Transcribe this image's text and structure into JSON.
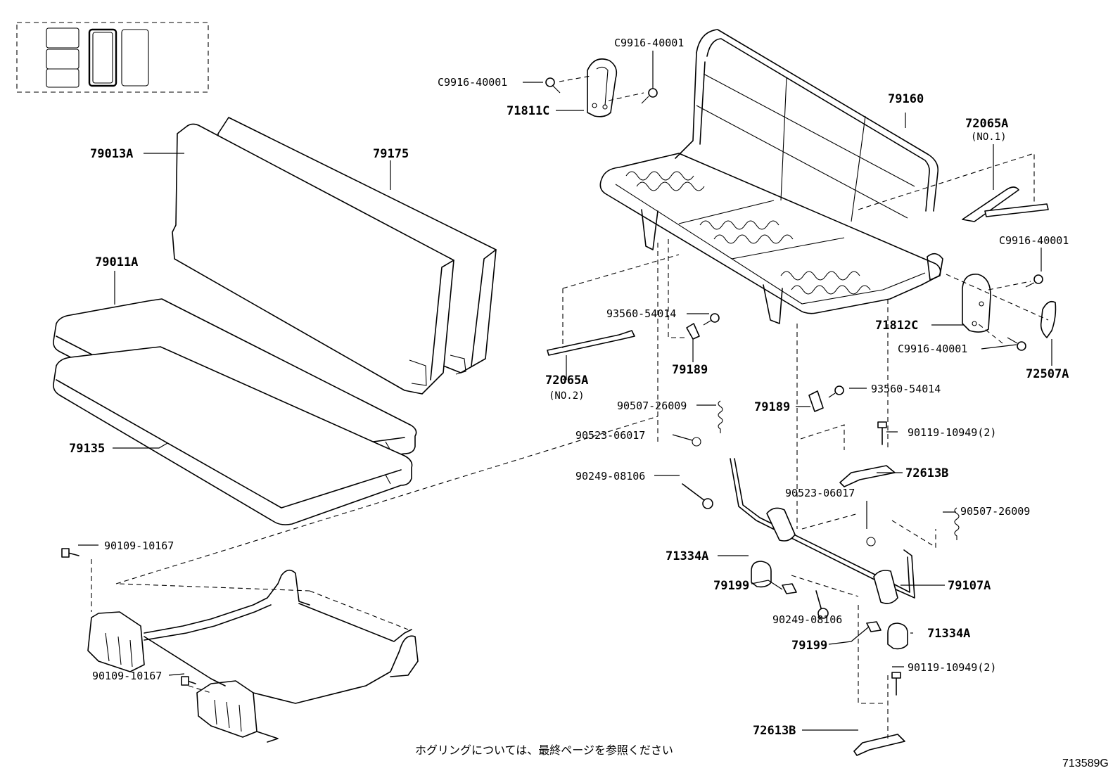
{
  "parts": {
    "p79013A": "79013A",
    "p79175": "79175",
    "p79011A": "79011A",
    "p79135": "79135",
    "c9916_a": "C9916-40001",
    "c9916_b": "C9916-40001",
    "c9916_c": "C9916-40001",
    "c9916_d": "C9916-40001",
    "p71811C": "71811C",
    "p79160": "79160",
    "p72065A_1": "72065A",
    "p72065A_1_sub": "(NO.1)",
    "p71812C": "71812C",
    "p72507A": "72507A",
    "p93560_a": "93560-54014",
    "p93560_b": "93560-54014",
    "p79189_a": "79189",
    "p79189_b": "79189",
    "p72065A_2": "72065A",
    "p72065A_2_sub": "(NO.2)",
    "p90507_a": "90507-26009",
    "p90507_b": "90507-26009",
    "p90523_a": "90523-06017",
    "p90523_b": "90523-06017",
    "p90119_a": "90119-10949(2)",
    "p90119_b": "90119-10949(2)",
    "p72613B_a": "72613B",
    "p72613B_b": "72613B",
    "p90249_a": "90249-08106",
    "p90249_b": "90249-08106",
    "p71334A_a": "71334A",
    "p71334A_b": "71334A",
    "p79199_a": "79199",
    "p79199_b": "79199",
    "p79107A": "79107A",
    "p90109_a": "90109-10167",
    "p90109_b": "90109-10167"
  },
  "footer": {
    "note": "ホグリングについては、最終ページを参照ください",
    "diagram_code": "713589G"
  }
}
